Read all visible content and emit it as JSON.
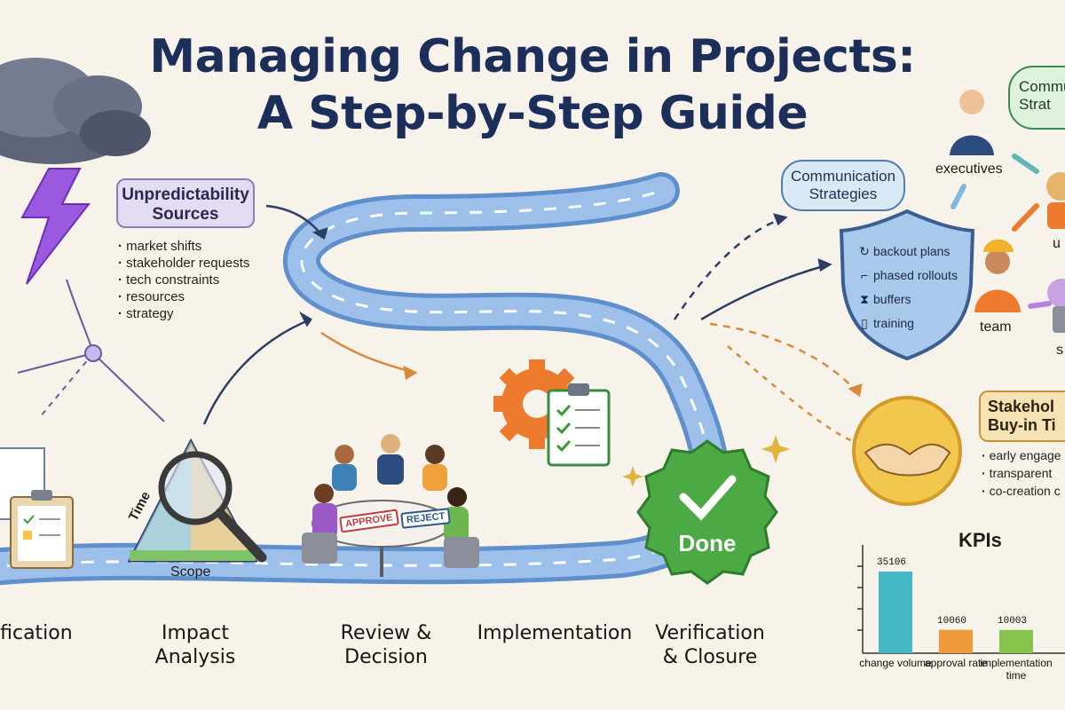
{
  "title": {
    "line1": "Managing Change in Projects:",
    "line2": "A Step-by-Step Guide"
  },
  "unpredictability": {
    "heading": "Unpredictability Sources",
    "items": [
      "market shifts",
      "stakeholder requests",
      "tech constraints",
      "resources",
      "strategy"
    ]
  },
  "steps": [
    {
      "label": "ification"
    },
    {
      "label": "Impact Analysis"
    },
    {
      "label": "Review & Decision"
    },
    {
      "label": "Implementation"
    },
    {
      "label": "Verification & Closure"
    }
  ],
  "impact": {
    "time_label": "Time",
    "scope_label": "Scope"
  },
  "review": {
    "approve": "APPROVE",
    "reject": "REJECT"
  },
  "done_badge": "Done",
  "communication": {
    "bubble_main": "Communication Strategies",
    "bubble_partial": "Commu Strat",
    "people": {
      "executives": "executives",
      "team": "team",
      "users_partial": "u",
      "sponsors_partial": "s"
    }
  },
  "shield": {
    "items": [
      {
        "icon": "refresh-icon",
        "label": "backout plans"
      },
      {
        "icon": "stairs-icon",
        "label": "phased rollouts"
      },
      {
        "icon": "hourglass-icon",
        "label": "buffers"
      },
      {
        "icon": "book-icon",
        "label": "training"
      }
    ]
  },
  "stakeholder": {
    "heading": "Stakehol Buy-in Ti",
    "items": [
      "early engage",
      "transparent",
      "co-creation c"
    ]
  },
  "chart_data": {
    "type": "bar",
    "title": "KPIs",
    "categories": [
      "change volume",
      "approval rate",
      "implementation time"
    ],
    "value_labels": [
      "35106",
      "10060",
      "10003"
    ],
    "values": [
      35106,
      10060,
      10003
    ],
    "colors": [
      "#45b8c6",
      "#ef9a3c",
      "#86c44e"
    ]
  },
  "colors": {
    "title": "#1c2e5a",
    "road": "#6f9fd6",
    "done": "#4caa45",
    "gear": "#ee7a2d"
  }
}
